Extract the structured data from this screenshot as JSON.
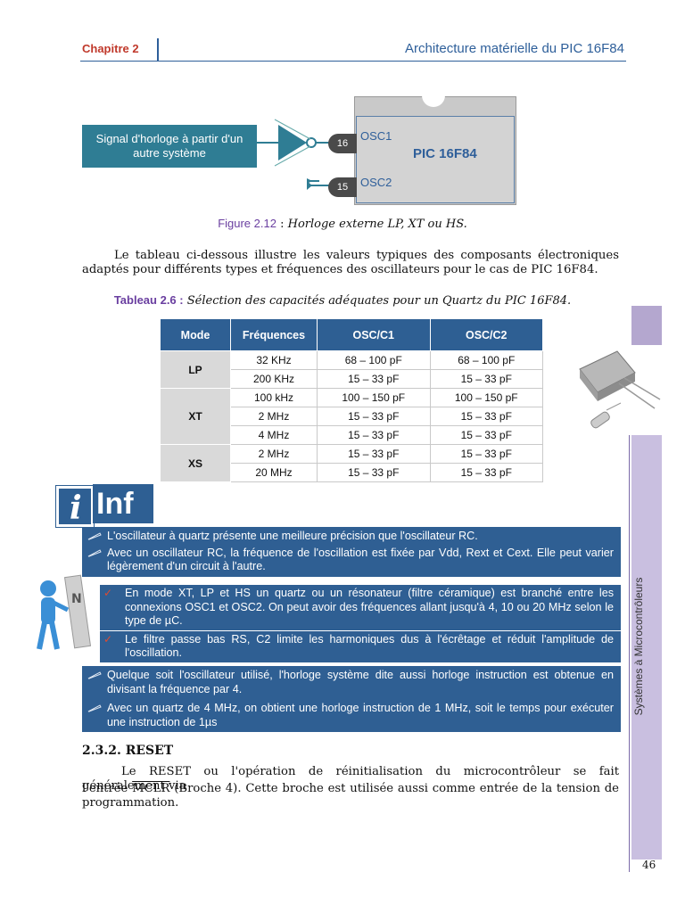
{
  "header": {
    "chapter": "Chapitre 2",
    "title": "Architecture matérielle du PIC 16F84"
  },
  "figure": {
    "signal_label": "Signal d'horloge à partir d'un autre système",
    "chip_name": "PIC 16F84",
    "osc1": "OSC1",
    "osc2": "OSC2",
    "pin16": "16",
    "pin15": "15",
    "caption_label": "Figure 2.12",
    "caption_sep": " : ",
    "caption_text": "Horloge externe LP, XT ou HS."
  },
  "intro": "Le tableau ci-dessous illustre les valeurs typiques des composants électroniques adaptés pour différents types et fréquences des oscillateurs pour le cas de PIC 16F84.",
  "table": {
    "caption_label": "Tableau 2.6 :",
    "caption_text": " Sélection des capacités adéquates pour un Quartz du PIC 16F84.",
    "headers": [
      "Mode",
      "Fréquences",
      "OSC/C1",
      "OSC/C2"
    ],
    "groups": [
      {
        "mode": "LP",
        "rows": [
          [
            "32 KHz",
            "68 – 100 pF",
            "68 – 100 pF"
          ],
          [
            "200 KHz",
            "15 – 33 pF",
            "15 – 33 pF"
          ]
        ]
      },
      {
        "mode": "XT",
        "rows": [
          [
            "100 kHz",
            "100 – 150 pF",
            "100 – 150 pF"
          ],
          [
            "2 MHz",
            "15 – 33 pF",
            "15 – 33 pF"
          ],
          [
            "4 MHz",
            "15 – 33 pF",
            "15 – 33 pF"
          ]
        ]
      },
      {
        "mode": "XS",
        "rows": [
          [
            "2 MHz",
            "15 – 33 pF",
            "15 – 33 pF"
          ],
          [
            "20 MHz",
            "15 – 33 pF",
            "15 – 33 pF"
          ]
        ]
      }
    ]
  },
  "badge": {
    "i": "i",
    "inf": "Inf"
  },
  "info1": [
    "L'oscillateur à quartz présente une meilleure précision que l'oscillateur RC.",
    "Avec un oscillateur RC, la fréquence de l'oscillation est fixée par Vdd, Rext et Cext. Elle peut varier légèrement d'un circuit à l'autre."
  ],
  "info2": [
    "En mode XT, LP et HS un quartz ou un résonateur (filtre céramique) est branché entre les connexions OSC1 et OSC2. On peut avoir des fréquences allant jusqu'à 4, 10 ou 20 MHz selon le type de µC.",
    "Le filtre passe bas RS, C2 limite les harmoniques dus à l'écrêtage et réduit l'amplitude de l'oscillation."
  ],
  "info3": [
    "Quelque soit l'oscillateur utilisé, l'horloge système dite aussi horloge instruction est obtenue en divisant la fréquence par 4.",
    "Avec un quartz de 4 MHz, on obtient une horloge instruction de 1 MHz, soit le temps pour exécuter une instruction de 1µs"
  ],
  "section": {
    "title": "2.3.2. RESET",
    "p1": "Le RESET ou l'opération de réinitialisation du microcontrôleur se fait généralement via",
    "p2a": "l'entrée ",
    "mclr": "MCLR",
    "p2b": " (Broche 4). Cette broche est utilisée aussi comme entrée de la tension de programmation."
  },
  "side": {
    "text": "Systèmes à  Microcontrôleurs",
    "page": "46"
  },
  "colors": {
    "accent": "#2e5f93",
    "chapter": "#c0392b",
    "purple": "#6a3fa0"
  }
}
